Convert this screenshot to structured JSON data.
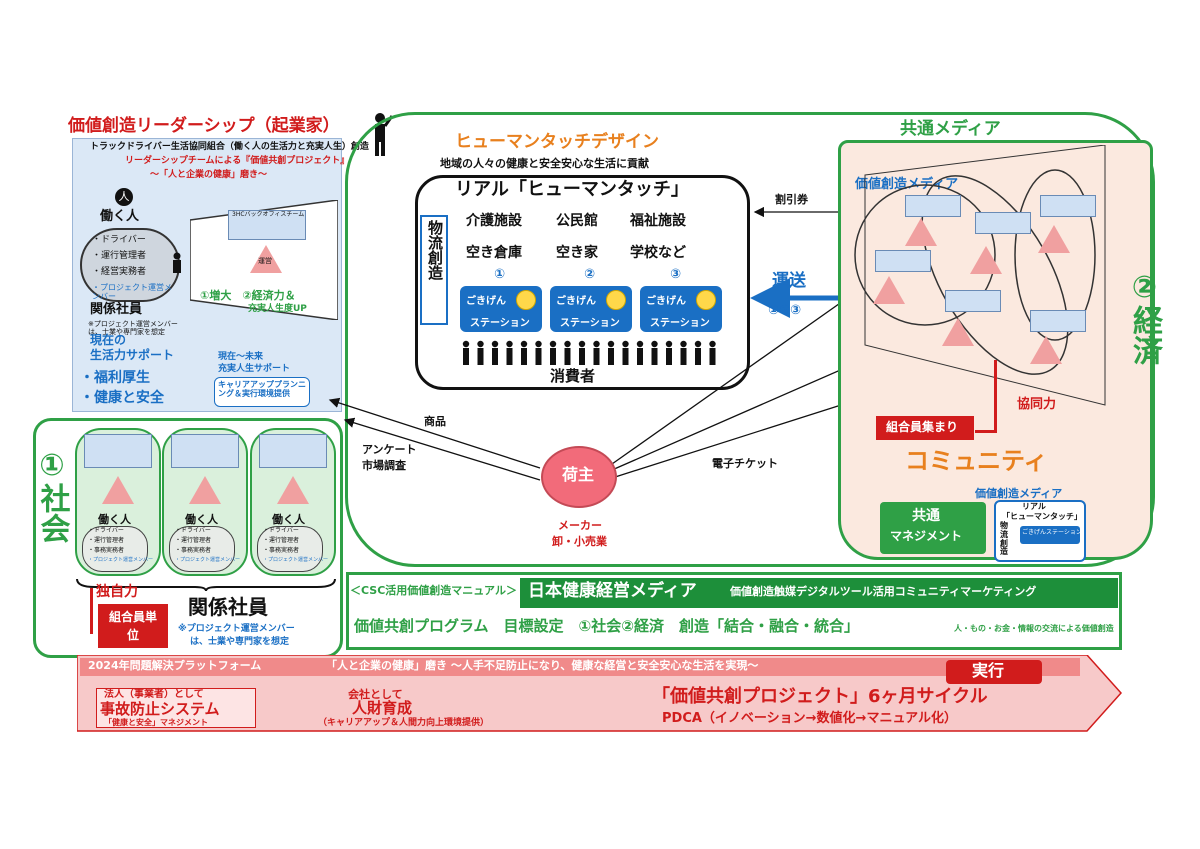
{
  "leader": {
    "title": "価値創造リーダーシップ（起業家）",
    "sub1": "トラックドライバー生活協同組合（働く人の生活力と充実人生）創造",
    "sub2": "リーダーシップチームによる『価値共創プロジェクト』",
    "sub3": "～「人と企業の健康」磨き～",
    "worker_label": "働く人",
    "roles": [
      "・ドライバー",
      "・運行管理者",
      "・経営実務者",
      "・プロジェクト運営メンバー"
    ],
    "related": "関係社員",
    "related_note": "※プロジェクト運営メンバーは、士業や専門家を想定",
    "support_title1": "現在の",
    "support_title2": "生活力サポート",
    "benefit1": "・福利厚生",
    "benefit2": "・健康と安全",
    "future1": "現在～未来",
    "future2": "充実人生サポート",
    "career": "キャリアアッププランニング＆実行環境提供",
    "team_label": "3HCバックオフィスチーム",
    "operation": "運営",
    "growth": "①増大　②経済力＆",
    "growth2": "充実人生度UP"
  },
  "design": {
    "title": "ヒューマンタッチデザイン",
    "subtitle": "地域の人々の健康と安全安心な生活に貢献",
    "real": "リアル「ヒューマンタッチ」",
    "facilities1": [
      "介護施設",
      "公民館",
      "福祉施設"
    ],
    "facilities2": [
      "空き倉庫",
      "空き家",
      "学校など"
    ],
    "nums": [
      "①",
      "②",
      "③"
    ],
    "station1": "ごきげん",
    "station2": "ステーション",
    "logistics": "物流創造",
    "consumer": "消費者"
  },
  "arrows": {
    "coupon": "割引券",
    "transport": "運送",
    "transport_nums": "①②③",
    "goods": "商品",
    "survey1": "アンケート",
    "survey2": "市場調査",
    "eticket": "電子チケット"
  },
  "shipper": {
    "name": "荷主",
    "sub1": "メーカー",
    "sub2": "卸・小売業"
  },
  "media": {
    "title": "共通メディア",
    "creation": "価値創造メディア",
    "economy": "②経済",
    "coop": "協同力",
    "gathering": "組合員集まり",
    "community": "コミュニティ",
    "creation2": "価値創造メディア",
    "mgmt1": "共通",
    "mgmt2": "マネジメント",
    "real2a": "リアル",
    "real2b": "「ヒューマンタッチ」",
    "logistics2": "物流創造",
    "station_small": "ごきげんステーション"
  },
  "society": {
    "label": "①社会",
    "worker": "働く人",
    "roles": [
      "・ドライバー",
      "・運行管理者",
      "・事務実務者",
      "・プロジェクト運営メンバー"
    ],
    "independence": "独自力",
    "member_unit": "組合員単位",
    "related": "関係社員",
    "related_note1": "※プロジェクト運営メンバー",
    "related_note2": "は、士業や専門家を想定"
  },
  "manual": {
    "label": "＜CSC活用価値創造マニュアル＞",
    "media": "日本健康経営メディア",
    "digital": "価値創造触媒デジタルツール活用コミュニティマーケティング",
    "program": "価値共創プログラム　目標設定　①社会②経済　創造「結合・融合・統合」",
    "exchange": "人・もの・お金・情報の交流による価値創造"
  },
  "platform": {
    "title": "2024年問題解決プラットフォーム",
    "slogan": "「人と企業の健康」磨き ～人手不足防止になり、健康な経営と安全安心な生活を実現～",
    "execute": "実行",
    "corp1": "法人（事業者）として",
    "corp2": "事故防止システム",
    "corp3": "「健康と安全」マネジメント",
    "company1": "会社として",
    "company2": "人財育成",
    "company3": "（キャリアアップ＆人間力向上環境提供）",
    "project": "「価値共創プロジェクト」6ヶ月サイクル",
    "pdca": "PDCA（イノベーション→数値化→マニュアル化）"
  },
  "colors": {
    "green": "#2fa046",
    "red": "#d11c1c",
    "blue": "#1a6fc4",
    "orange": "#e8801e"
  }
}
